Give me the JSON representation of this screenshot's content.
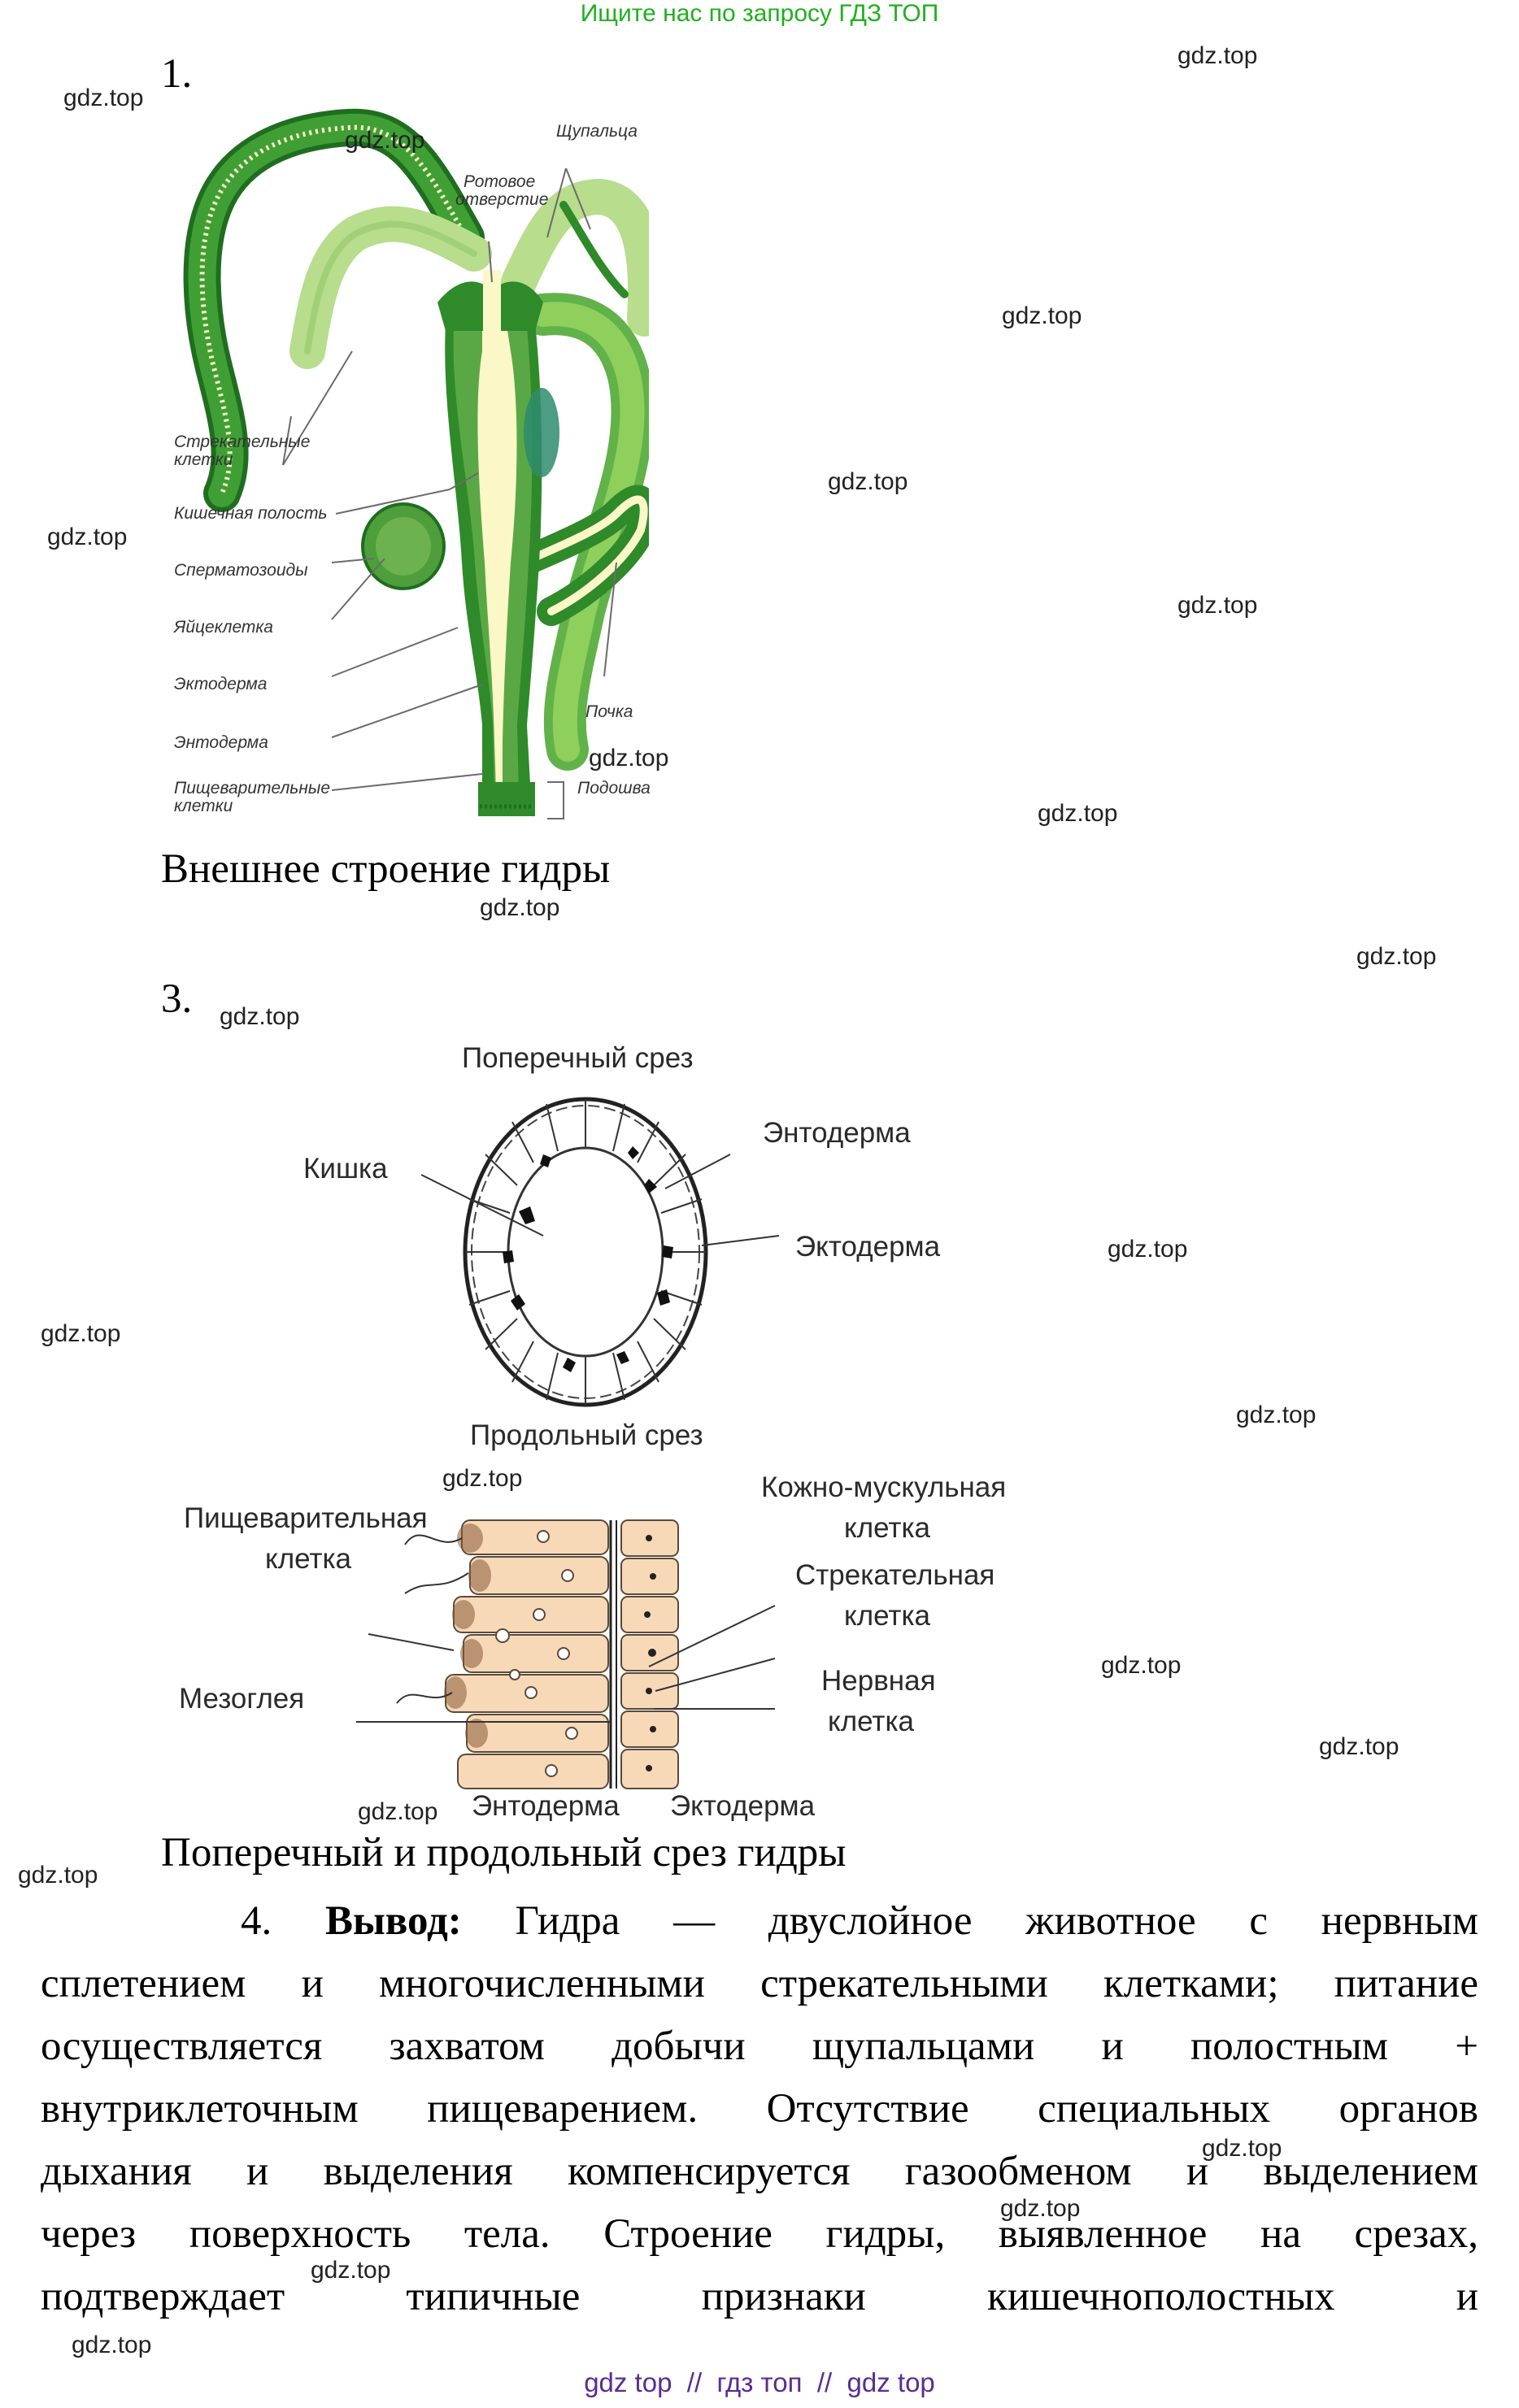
{
  "header": {
    "banner": "Ищите нас по запросу ГДЗ ТОП"
  },
  "item1": {
    "number": "1.",
    "caption": "Внешнее строение гидры"
  },
  "figure1": {
    "labels": {
      "tentacles": "Щупальца",
      "mouth_line1": "Ротовое",
      "mouth_line2": "отверстие",
      "stinging_line1": "Стрекательные",
      "stinging_line2": "клетки",
      "gut": "Кишечная полость",
      "sperm": "Сперматозоиды",
      "egg": "Яйцеклетка",
      "ectoderm": "Эктодерма",
      "endoderm": "Энтодерма",
      "digestive_line1": "Пищеварительные",
      "digestive_line2": "клетки",
      "bud": "Почка",
      "sole": "Подошва"
    },
    "colors": {
      "dark_green": "#2f8a2a",
      "light_green": "#9fd46a",
      "cavity": "#fbf7c7",
      "rim": "#1f6e1f"
    }
  },
  "item3": {
    "number": "3.",
    "caption": "Поперечный и продольный срез гидры"
  },
  "figure2": {
    "cross_title": "Поперечный срез",
    "gut": "Кишка",
    "endoderm": "Энтодерма",
    "ectoderm": "Эктодерма",
    "long_title": "Продольный срез",
    "digestive_line1": "Пищеварительная",
    "digestive_line2": "клетка",
    "mesoglea": "Мезоглея",
    "skin_muscle_line1": "Кожно-мускульная",
    "skin_muscle_line2": "клетка",
    "stinging_line1": "Стрекательная",
    "stinging_line2": "клетка",
    "nerve_line1": "Нервная",
    "nerve_line2": "клетка",
    "bottom_endoderm": "Энтодерма",
    "bottom_ectoderm": "Эктодерма",
    "colors": {
      "cell_fill": "#f7d9b8",
      "cell_stroke": "#5a4a3a"
    }
  },
  "item4": {
    "number": "4.",
    "bold": "Вывод:",
    "lines": [
      "Гидра — двуслойное животное с нервным",
      "сплетением и многочисленными стрекательными клетками; питание",
      "осуществляется захватом добычи щупальцами и полостным +",
      "внутриклеточным пищеварением. Отсутствие специальных органов",
      "дыхания и выделения компенсируется газообменом и выделением",
      "через поверхность тела. Строение гидры, выявленное на срезах,",
      "подтверждает типичные признаки кишечнополостных и"
    ]
  },
  "watermarks": {
    "text": "gdz.top",
    "footer": "gdz top  //  гдз топ  //  gdz top"
  },
  "colors": {
    "banner": "#1fb01f",
    "footer": "#5a2d91"
  }
}
